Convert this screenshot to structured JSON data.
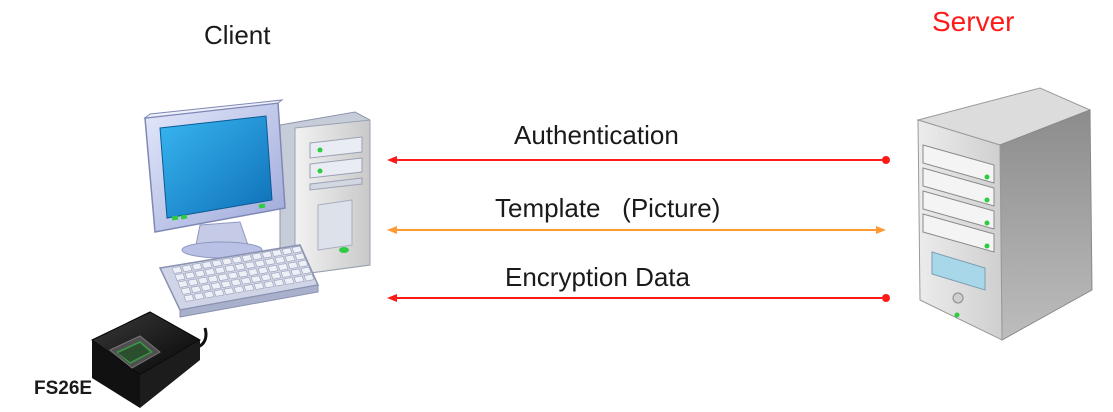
{
  "labels": {
    "client": "Client",
    "server": "Server",
    "device": "FS26E"
  },
  "arrows": [
    {
      "id": "authentication",
      "label": "Authentication",
      "color": "#ff1a1a"
    },
    {
      "id": "template",
      "label": "Template   (Picture)",
      "color": "#ff9933"
    },
    {
      "id": "encryption",
      "label": "Encryption Data",
      "color": "#ff1a1a"
    }
  ],
  "colors": {
    "server_label": "#ff1a1a",
    "text": "#1a1a1a",
    "screen": "#1e90d8",
    "monitor_frame": "#b9c3ec",
    "server_body": "#d8d8d8",
    "led": "#2ecc40"
  },
  "icons": [
    "desktop-computer-icon",
    "keyboard-icon",
    "fingerprint-scanner-icon",
    "server-tower-icon"
  ]
}
